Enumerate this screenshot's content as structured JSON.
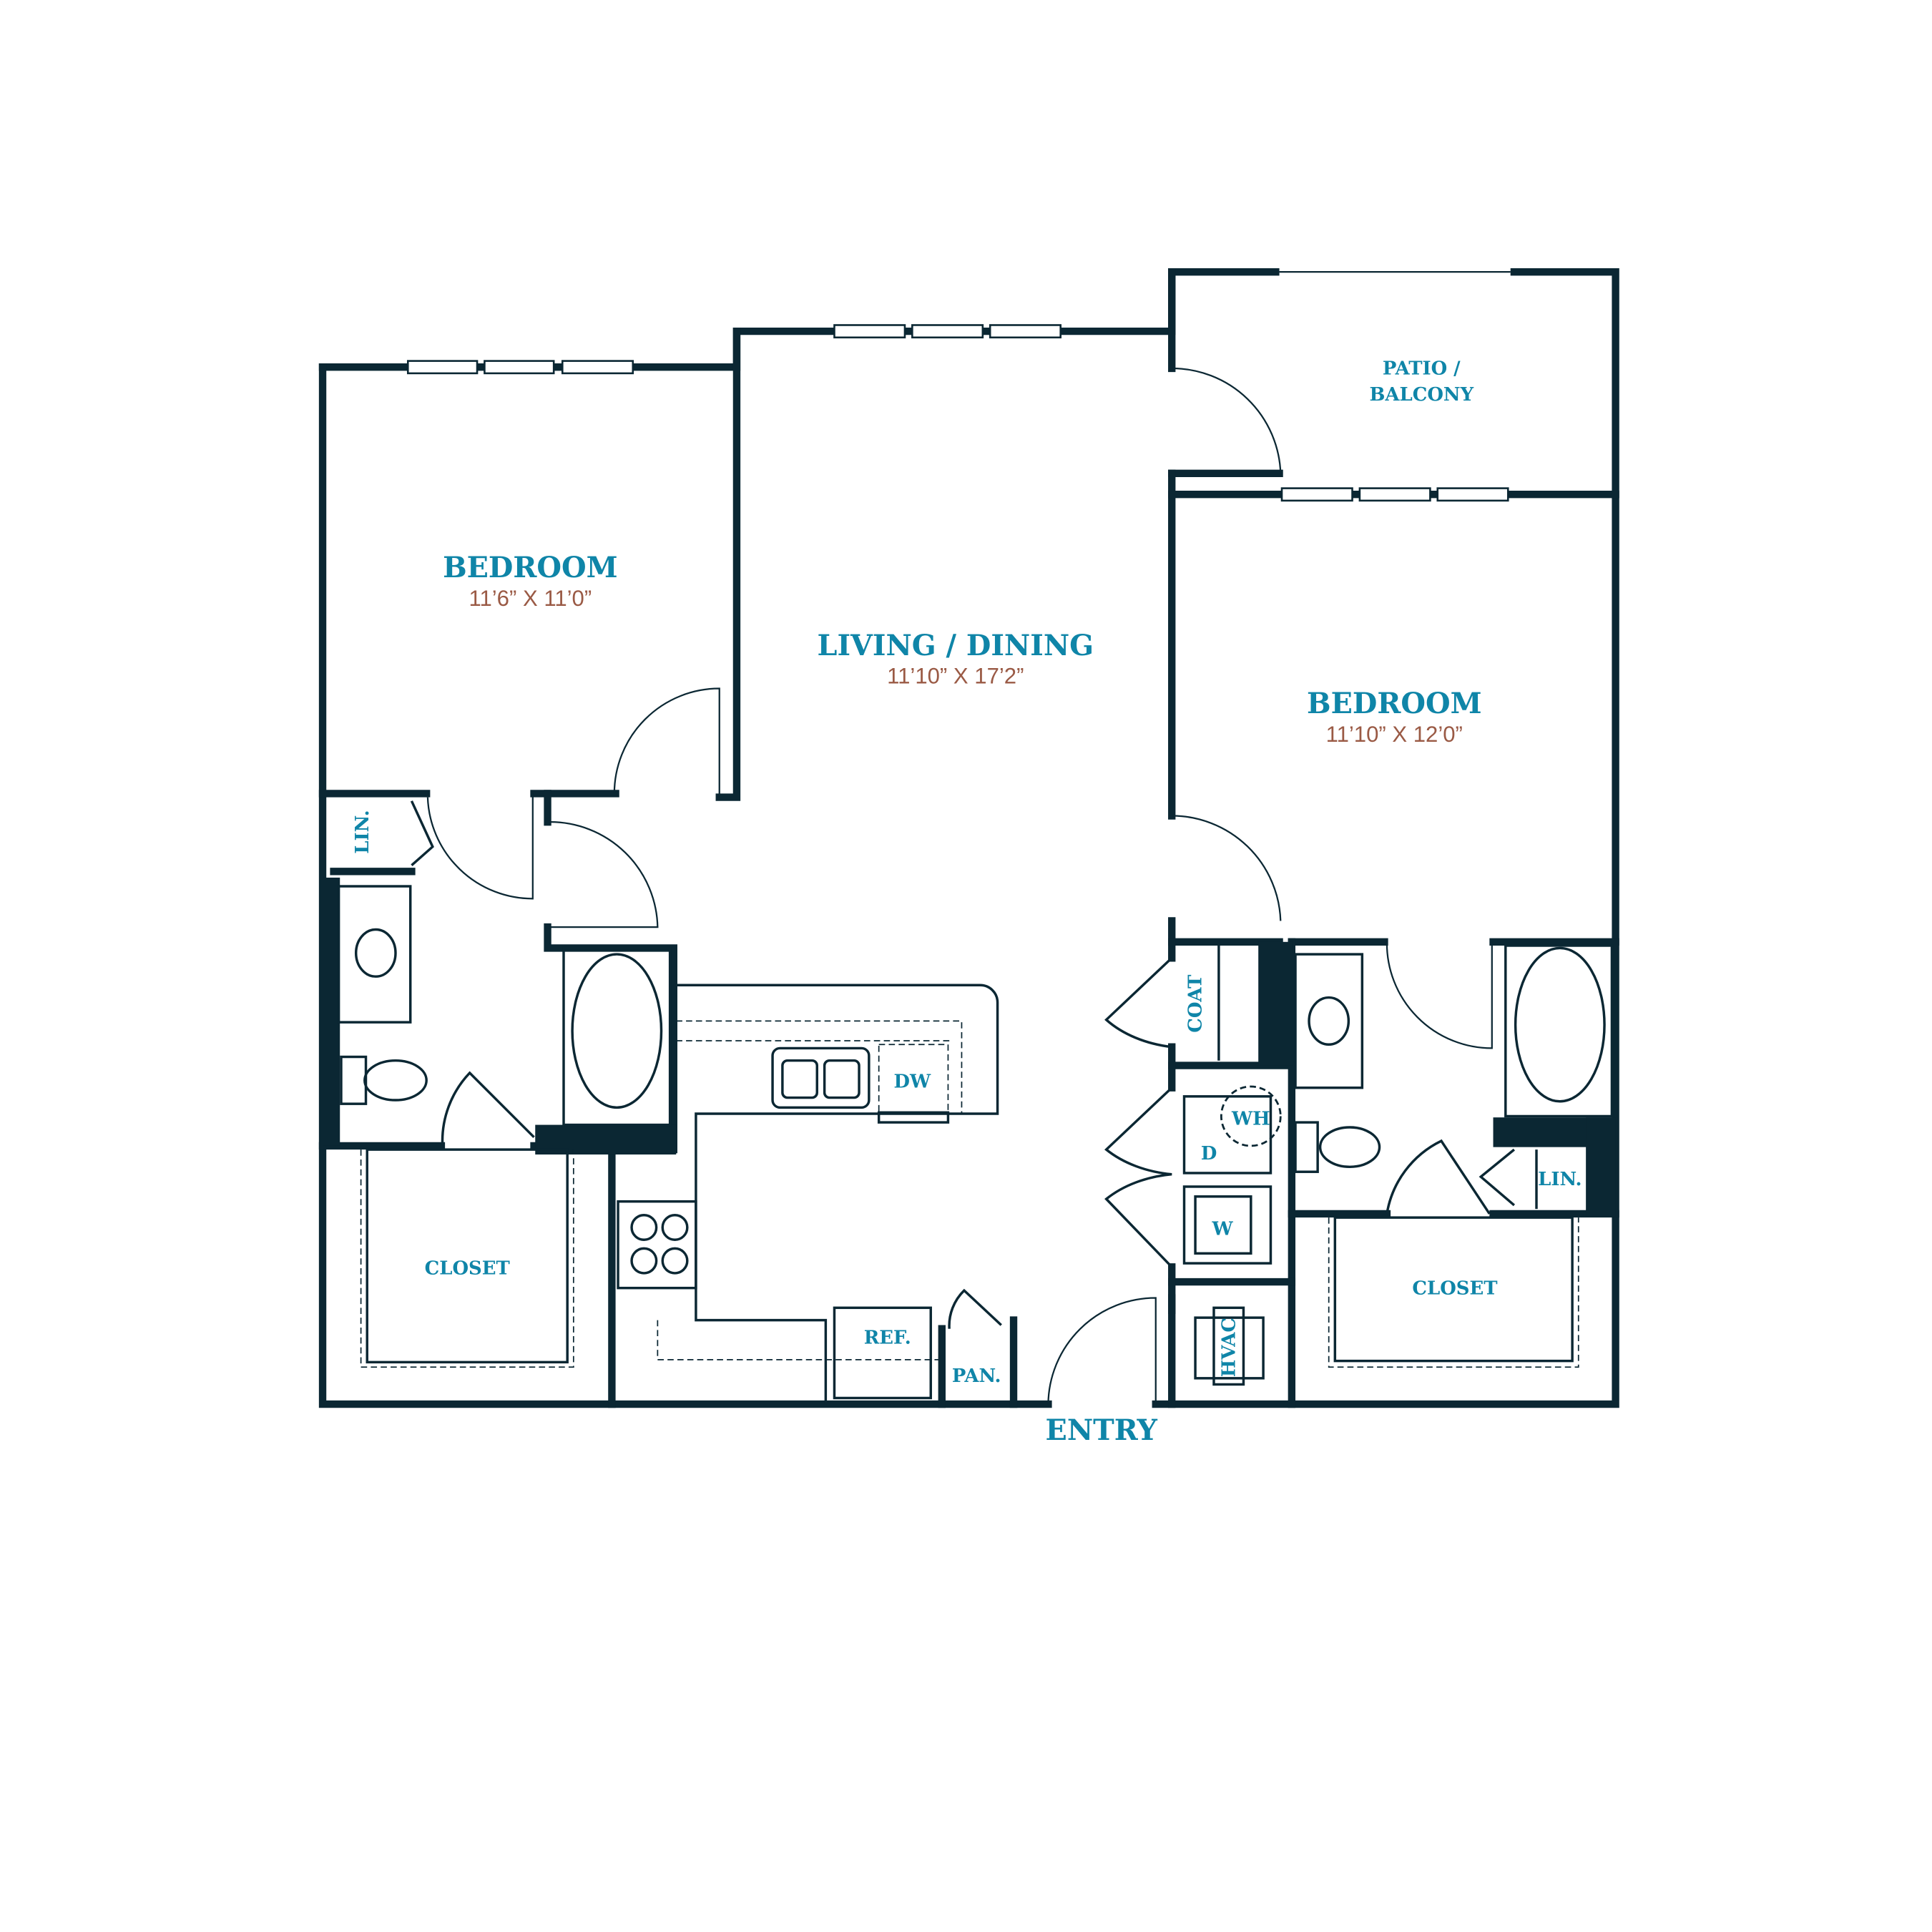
{
  "colors": {
    "wall": "#0b2733",
    "label": "#0f85a8",
    "dimension": "#9a5a45"
  },
  "rooms": {
    "bedroom1": {
      "name": "BEDROOM",
      "size": "11’6” X 11’0”"
    },
    "living": {
      "name": "LIVING / DINING",
      "size": "11’10” X 17’2”"
    },
    "bedroom2": {
      "name": "BEDROOM",
      "size": "11’10” X 12’0”"
    },
    "patio": {
      "line1": "PATIO /",
      "line2": "BALCONY"
    }
  },
  "fixtures": {
    "lin_left": "LIN.",
    "closet_left": "CLOSET",
    "dw": "DW",
    "ref": "REF.",
    "pan": "PAN.",
    "coat": "COAT",
    "wh": "WH",
    "dryer": "D",
    "washer": "W",
    "hvac": "HVAC",
    "lin_right": "LIN.",
    "closet_right": "CLOSET"
  },
  "entry": "ENTRY"
}
